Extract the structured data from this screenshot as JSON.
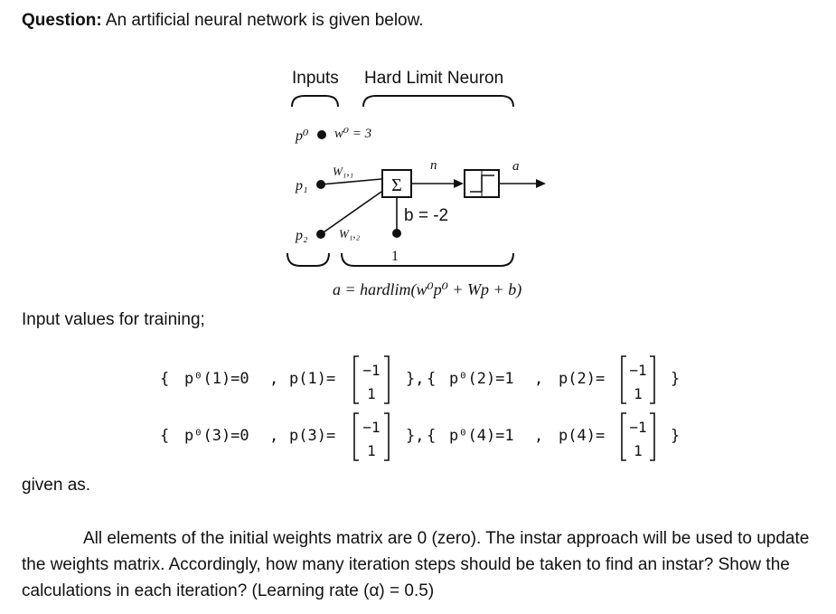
{
  "question": {
    "label": "Question:",
    "text": " An artificial neural network is given below."
  },
  "diagram": {
    "inputs_label": "Inputs",
    "neuron_label": "Hard Limit Neuron",
    "p0": "p⁰",
    "w0": "w⁰ = 3",
    "p1": "p₁",
    "p2": "p₂",
    "w11": "W₁,₁",
    "w12": "W₁,₂",
    "sum_symbol": "Σ",
    "n_label": "n",
    "a_label": "a",
    "bias": "b = -2",
    "one": "1",
    "formula": "a = hardlim(w⁰p⁰ + Wp + b)"
  },
  "training_label": "Input values for training;",
  "training_pairs": [
    {
      "open": "{",
      "p0": "p⁰(1)=0",
      "p": "p(1)=",
      "vec": [
        "−1",
        "1"
      ],
      "close": "},"
    },
    {
      "open": "{",
      "p0": "p⁰(2)=1",
      "p": "p(2)=",
      "vec": [
        "−1",
        "1"
      ],
      "close": "}"
    },
    {
      "open": "{",
      "p0": "p⁰(3)=0",
      "p": "p(3)=",
      "vec": [
        "−1",
        "1"
      ],
      "close": "},"
    },
    {
      "open": "{",
      "p0": "p⁰(4)=1",
      "p": "p(4)=",
      "vec": [
        "−1",
        "1"
      ],
      "close": "}"
    }
  ],
  "comma": ",",
  "given_label": "given as.",
  "paragraph": {
    "line1": "All elements of the initial weights matrix are 0 (zero). The instar approach will be used to update",
    "rest": "the weights matrix. Accordingly, how many iteration steps should be taken to find an instar? Show the calculations in each iteration? (Learning rate (α) = 0.5)"
  }
}
